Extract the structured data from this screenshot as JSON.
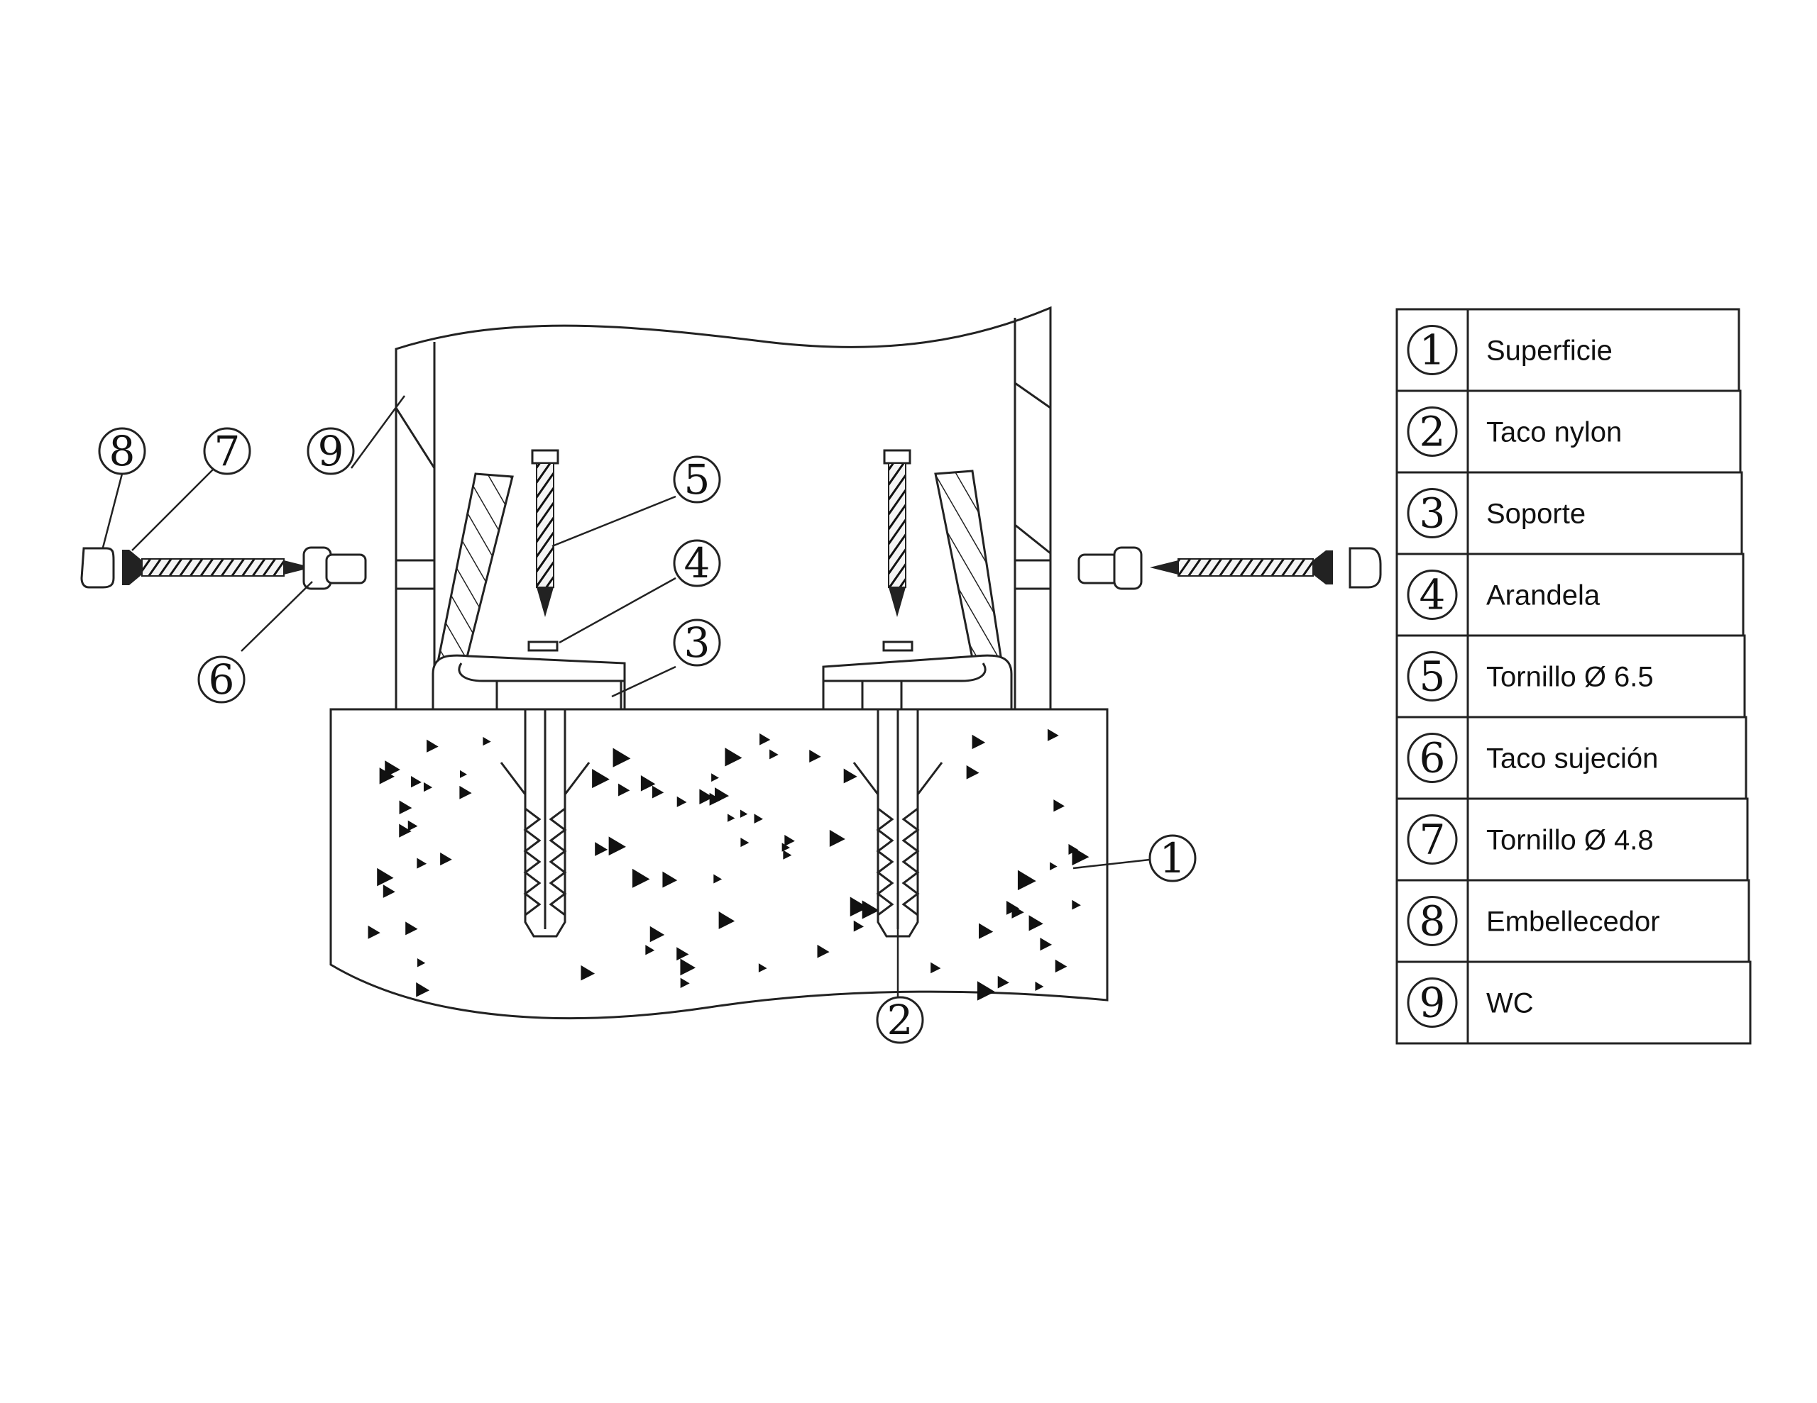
{
  "callouts": {
    "c1": "1",
    "c2": "2",
    "c3": "3",
    "c4": "4",
    "c5": "5",
    "c6": "6",
    "c7": "7",
    "c8": "8",
    "c9": "9"
  },
  "legend": [
    {
      "number": "1",
      "label": "Superficie"
    },
    {
      "number": "2",
      "label": "Taco nylon"
    },
    {
      "number": "3",
      "label": "Soporte"
    },
    {
      "number": "4",
      "label": "Arandela"
    },
    {
      "number": "5",
      "label": "Tornillo  Ø 6.5"
    },
    {
      "number": "6",
      "label": "Taco sujeción"
    },
    {
      "number": "7",
      "label": "Tornillo  Ø 4.8"
    },
    {
      "number": "8",
      "label": "Embellecedor"
    },
    {
      "number": "9",
      "label": "WC"
    }
  ]
}
